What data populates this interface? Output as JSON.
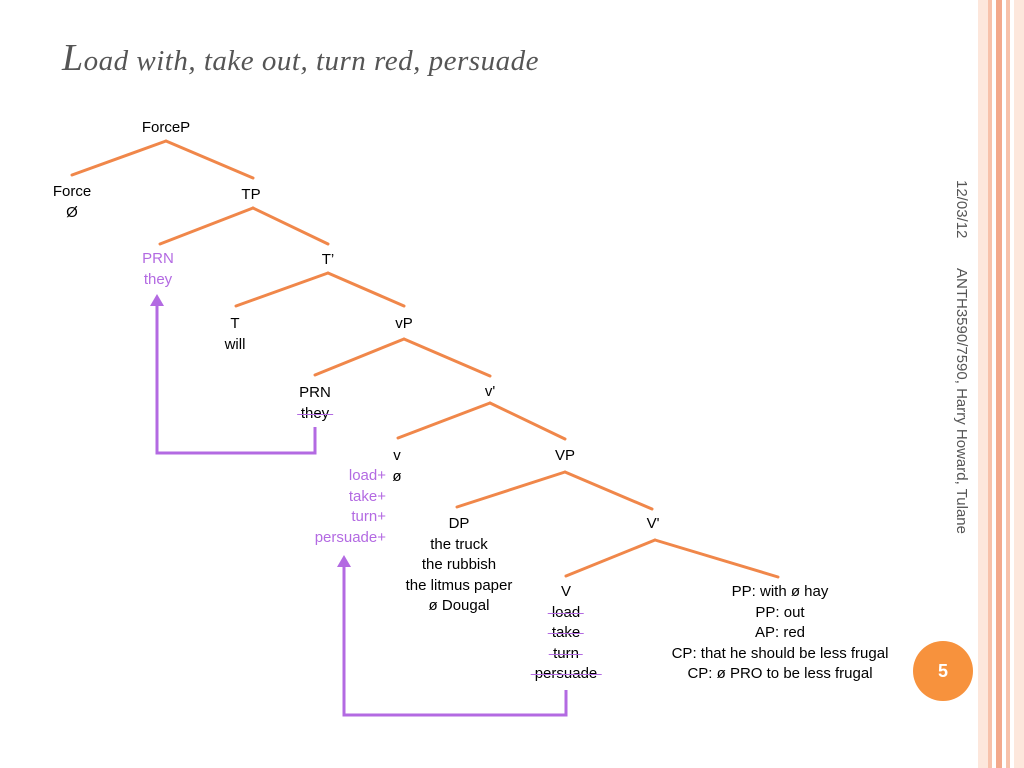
{
  "slide": {
    "title_initial": "L",
    "title_rest": "oad with, take out, turn red, persuade",
    "date": "12/03/12",
    "footer": "ANTH3590/7590, Harry Howard, Tulane",
    "page_number": "5"
  },
  "colors": {
    "branch": "#f0874a",
    "arrow": "#b36ae2",
    "page_badge": "#f7923d",
    "stripes": [
      "#fde7dc",
      "#f7c2ab",
      "#f3a98c"
    ]
  },
  "tree": {
    "forcep": "ForceP",
    "force": "Force",
    "force_head": "Ø",
    "tp": "TP",
    "prn_spec": "PRN",
    "prn_spec_word": "they",
    "tbar": "T’",
    "t": "T",
    "t_word": "will",
    "vp_little": "vP",
    "prn_trace": "PRN",
    "prn_trace_word": "they",
    "vbar_little": "v'",
    "v_little": "v",
    "v_little_head": "ø",
    "v_moved": [
      "load+",
      "take+",
      "turn+",
      "persuade+"
    ],
    "vp_big": "VP",
    "dp": "DP",
    "dp_items": [
      "the truck",
      "the rubbish",
      "the litmus paper",
      "ø Dougal"
    ],
    "vbar_big": "V'",
    "v_big": "V",
    "v_traces": [
      "load",
      "take",
      "turn",
      "persuade"
    ],
    "complements": [
      "PP: with ø hay",
      "PP: out",
      "AP: red",
      "CP: that he should be less frugal",
      "CP: ø PRO to be less frugal"
    ]
  }
}
